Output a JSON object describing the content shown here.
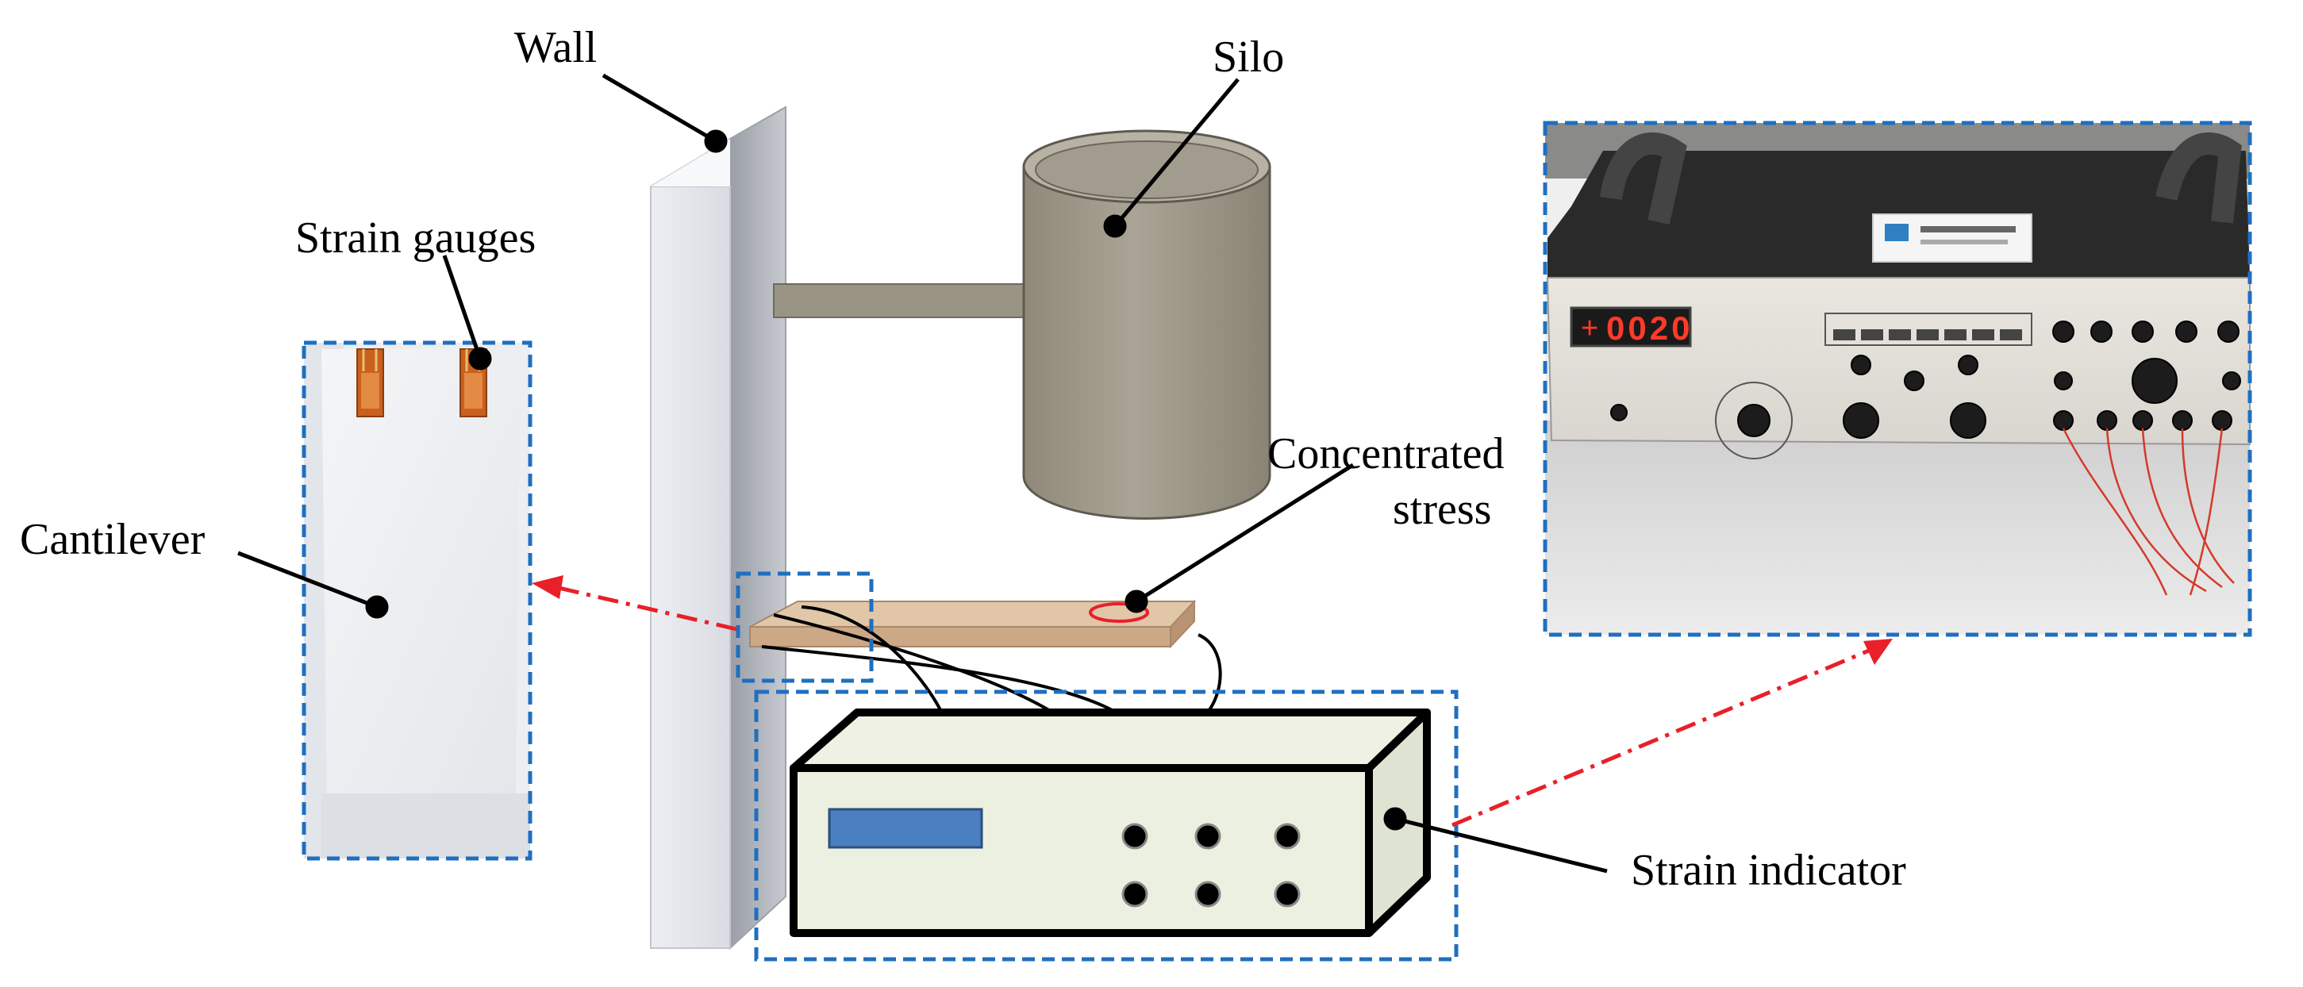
{
  "labels": {
    "wall": "Wall",
    "silo": "Silo",
    "strain_gauges": "Strain gauges",
    "cantilever": "Cantilever",
    "concentrated_stress_line1": "Concentrated",
    "concentrated_stress_line2": "stress",
    "strain_indicator": "Strain indicator"
  },
  "instrument_photo": {
    "display_value": "0020",
    "display_sign": "+"
  },
  "colors": {
    "callout_frame": "#1f6fc0",
    "arrow": "#e8202a",
    "stress_ring": "#e8202a",
    "silo_body": "#a8a293",
    "wall_face": "#e6e8ec",
    "cantilever_beam": "#d2b392",
    "indicator_body": "#ecf0e0",
    "indicator_screen": "#4a7fc1",
    "gauge": "#d9722c"
  }
}
